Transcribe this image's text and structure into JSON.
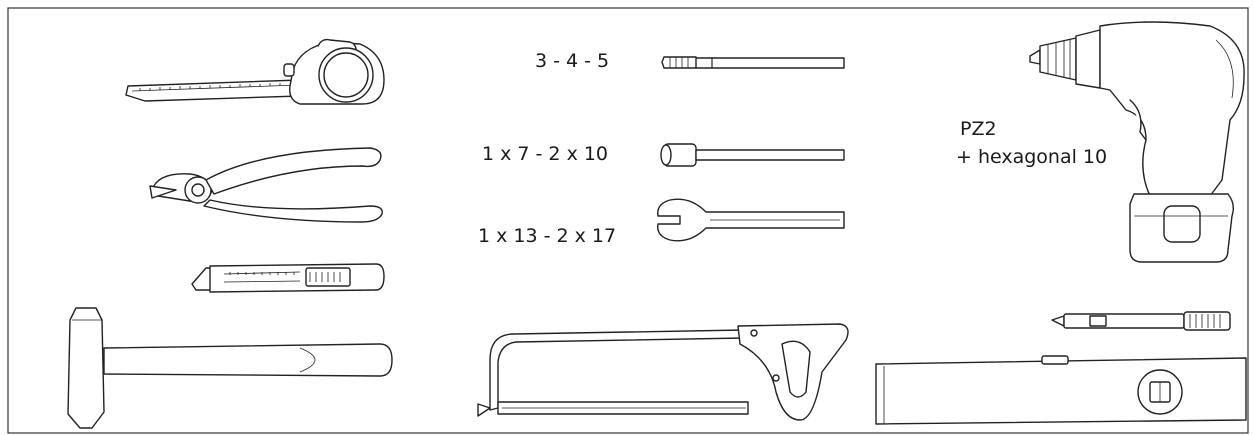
{
  "labels": {
    "hex_key_sizes": "3 - 4 - 5",
    "socket_sizes": "1 x 7 - 2 x 10",
    "wrench_sizes": "1 x 13 - 2 x 17",
    "drill_bit_line1": "PZ2",
    "drill_bit_line2": "+ hexagonal 10"
  },
  "icons": [
    "tape-measure-icon",
    "side-cutter-pliers-icon",
    "utility-knife-icon",
    "hammer-icon",
    "hex-key-icon",
    "socket-wrench-icon",
    "open-end-wrench-icon",
    "hacksaw-icon",
    "cordless-drill-icon",
    "marker-pen-icon",
    "spirit-level-icon"
  ]
}
